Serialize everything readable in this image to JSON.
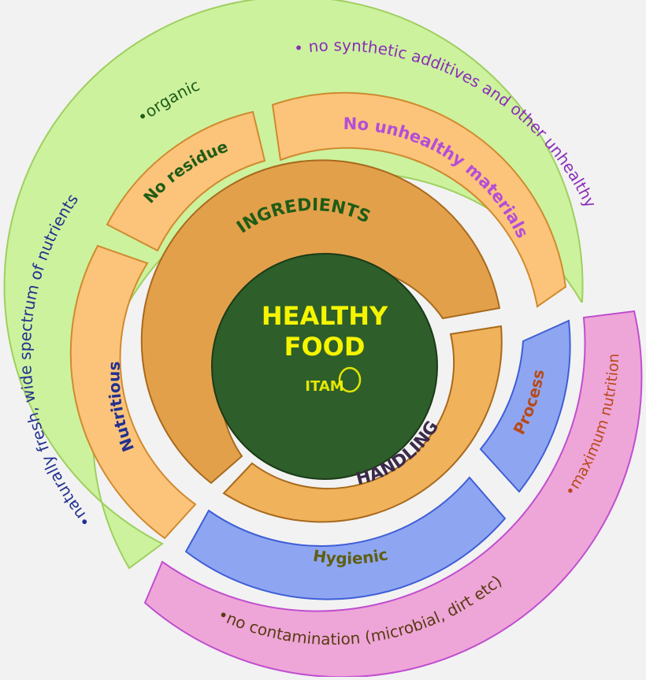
{
  "center": {
    "title_line1": "HEALTHY",
    "title_line2": "FOOD",
    "logo_text": "ITAM"
  },
  "inner_ring": {
    "ingredients_label": "INGREDIENTS",
    "handling_label": "HANDLING"
  },
  "middle_ring": {
    "no_residue": "No residue",
    "no_unhealthy_materials": "No unhealthy materials",
    "nutritious": "Nutritious",
    "process": "Process",
    "hygienic": "Hygienic"
  },
  "outer_ring": {
    "organic": "•organic",
    "no_synthetic": "• no synthetic additives and other unhealthy",
    "naturally_fresh": "•naturally fresh, wide spectrum of nutrients",
    "maximum_nutrition": "•maximum nutrition",
    "no_contamination": "•no contamination (microbial, dirt etc)"
  },
  "colors": {
    "background": "#f2f2f2",
    "center_fill": "#2e5e2a",
    "center_text": "#f5f500",
    "inner_ring": "#e3a04a",
    "middle_orange": "#fcc47a",
    "middle_blue": "#8ea6f2",
    "outer_green": "#ccf29e",
    "outer_pink": "#eea6d8",
    "text_dark_green": "#1f5c16",
    "text_purple": "#b44dd9",
    "text_blue": "#22318f",
    "text_brown": "#b84a1a",
    "text_olive": "#5f5f12",
    "text_dark_brown": "#5a3a12"
  }
}
